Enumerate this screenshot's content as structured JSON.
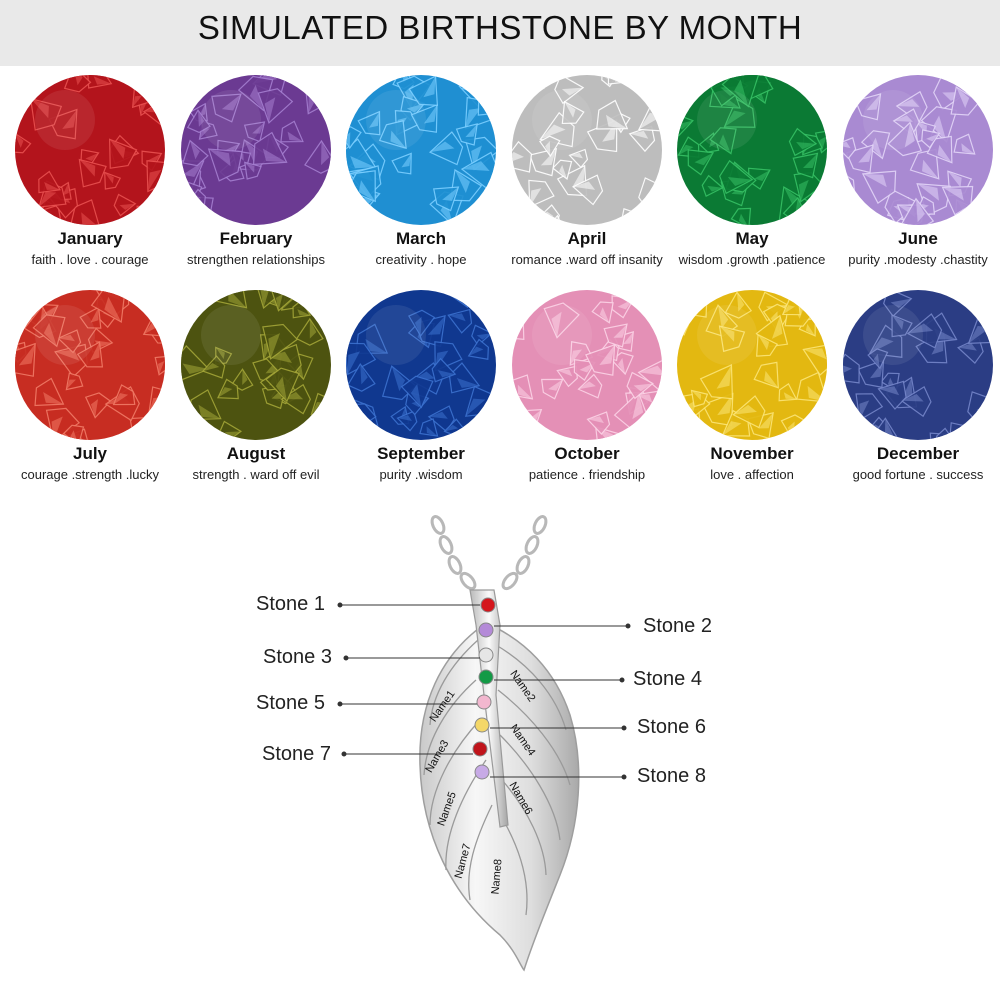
{
  "header": {
    "title": "SIMULATED  BIRTHSTONE BY MONTH"
  },
  "months": [
    {
      "name": "January",
      "meaning": "faith . love . courage",
      "color": "#b3141c",
      "light": "#e85050"
    },
    {
      "name": "February",
      "meaning": "strengthen relationships",
      "color": "#6b3a92",
      "light": "#a57fd0"
    },
    {
      "name": "March",
      "meaning": "creativity  .  hope",
      "color": "#1f8fd2",
      "light": "#7ccfff"
    },
    {
      "name": "April",
      "meaning": "romance  .ward off insanity",
      "color": "#bdbdbd",
      "light": "#ffffff"
    },
    {
      "name": "May",
      "meaning": "wisdom .growth .patience",
      "color": "#0b7a34",
      "light": "#36c064"
    },
    {
      "name": "June",
      "meaning": "purity .modesty .chastity",
      "color": "#a98ad2",
      "light": "#e2d4f7"
    },
    {
      "name": "July",
      "meaning": "courage .strength .lucky",
      "color": "#c72d22",
      "light": "#f07a66"
    },
    {
      "name": "August",
      "meaning": "strength  . ward off evil",
      "color": "#4d5310",
      "light": "#a3a538"
    },
    {
      "name": "September",
      "meaning": "purity .wisdom",
      "color": "#10388f",
      "light": "#3c72cf"
    },
    {
      "name": "October",
      "meaning": "patience . friendship",
      "color": "#e490b6",
      "light": "#fbd3e6"
    },
    {
      "name": "November",
      "meaning": "love . affection",
      "color": "#e3b811",
      "light": "#fbe577"
    },
    {
      "name": "December",
      "meaning": "good fortune . success",
      "color": "#2b3d84",
      "light": "#7586c9"
    }
  ],
  "pendant": {
    "stones": [
      "Stone 1",
      "Stone 2",
      "Stone 3",
      "Stone 4",
      "Stone 5",
      "Stone 6",
      "Stone 7",
      "Stone 8"
    ],
    "names": [
      "Name1",
      "Name2",
      "Name3",
      "Name4",
      "Name5",
      "Name6",
      "Name7",
      "Name8"
    ],
    "stone_colors": [
      "#d4161c",
      "#b48ad8",
      "#e6e6e6",
      "#139a46",
      "#f2b7cf",
      "#f4d768",
      "#c0141b",
      "#c7aae6"
    ]
  }
}
